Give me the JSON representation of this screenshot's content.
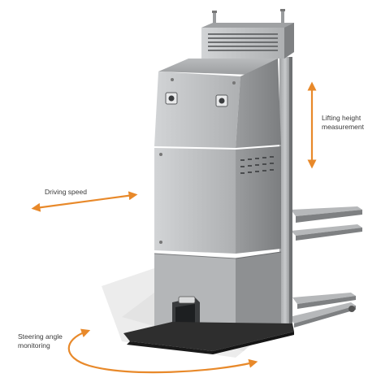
{
  "labels": {
    "lifting_height_line1": "Lifting height",
    "lifting_height_line2": "measurement",
    "driving_speed": "Driving speed",
    "steering_angle_line1": "Steering angle",
    "steering_angle_line2": "monitoring"
  },
  "colors": {
    "arrow": "#e8892a",
    "body_light": "#c4c6c8",
    "body_mid": "#a9abad",
    "body_dark": "#86888a",
    "base": "#2f2f2f",
    "shadow": "#e6e6e6"
  }
}
